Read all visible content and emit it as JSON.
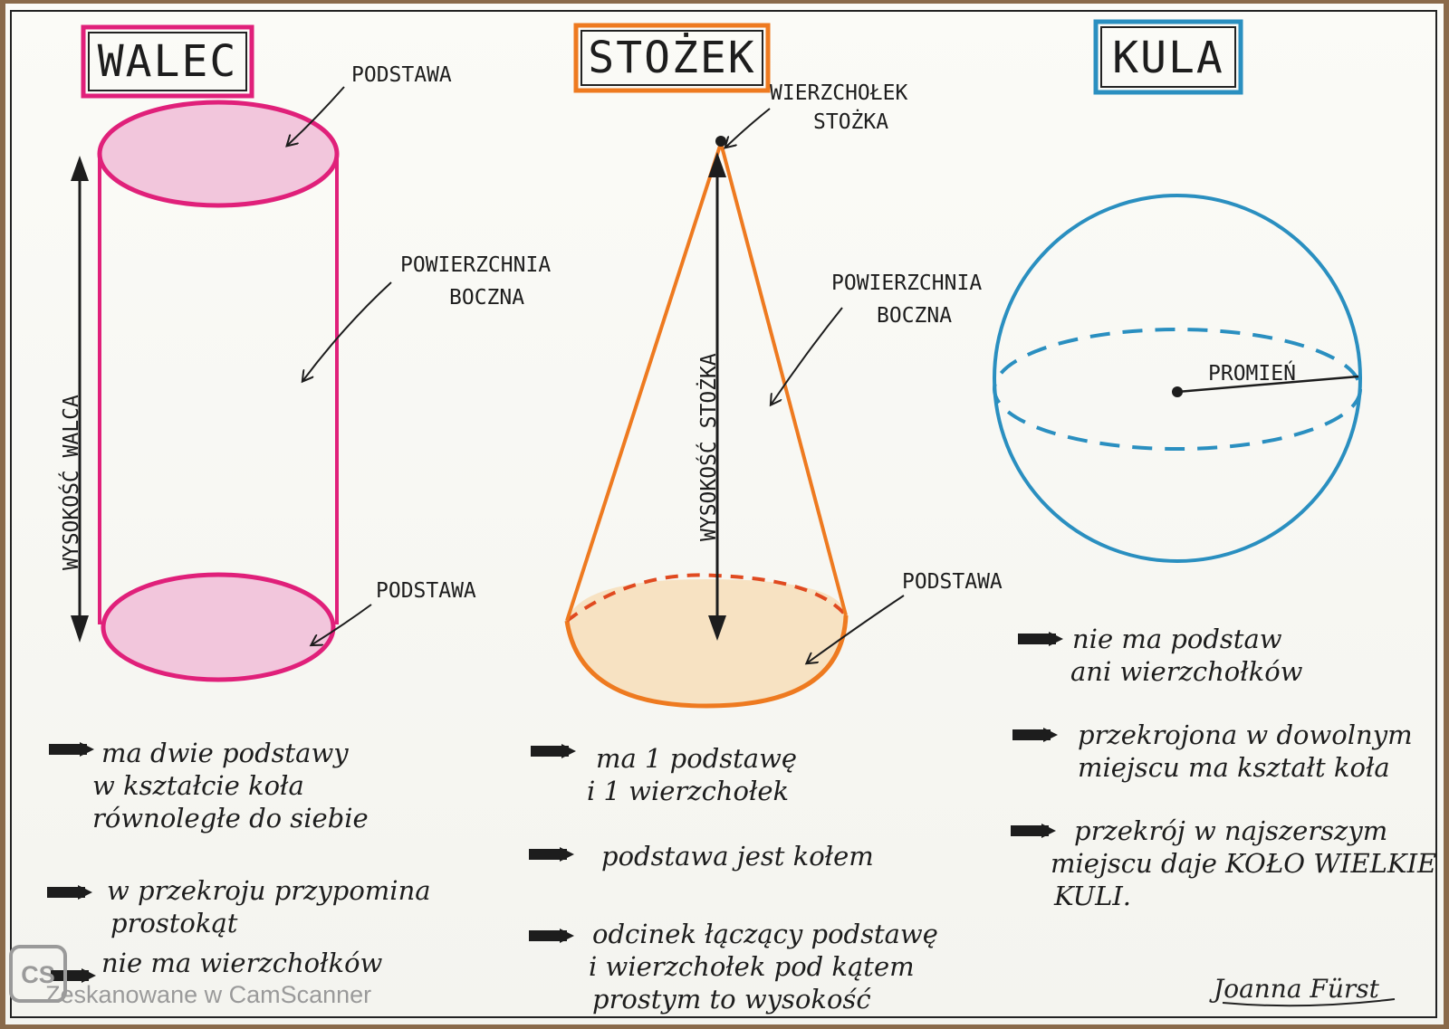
{
  "cylinder": {
    "title": "WALEC",
    "color": "#e0207a",
    "label_top_base": "PODSTAWA",
    "label_side_1": "POWIERZCHNIA",
    "label_side_2": "BOCZNA",
    "label_bottom_base": "PODSTAWA",
    "label_height": "WYSOKOŚĆ WALCA",
    "notes": [
      [
        "ma dwie podstawy",
        "w kształcie koła",
        "równoległe do siebie"
      ],
      [
        "w przekroju przypomina",
        "prostokąt"
      ],
      [
        "nie ma wierzchołków"
      ]
    ]
  },
  "cone": {
    "title": "STOŻEK",
    "color": "#ee7a20",
    "label_apex_1": "WIERZCHOŁEK",
    "label_apex_2": "STOŻKA",
    "label_side_1": "POWIERZCHNIA",
    "label_side_2": "BOCZNA",
    "label_base": "PODSTAWA",
    "label_height": "WYSOKOŚĆ STOŻKA",
    "notes": [
      [
        "ma 1 podstawę",
        "i 1 wierzchołek"
      ],
      [
        "podstawa jest kołem"
      ],
      [
        "odcinek łączący podstawę",
        "i wierzchołek pod kątem",
        "prostym to wysokość"
      ]
    ]
  },
  "sphere": {
    "title": "KULA",
    "color": "#2a8fc0",
    "label_radius": "PROMIEŃ",
    "notes": [
      [
        "nie ma podstaw",
        "ani wierzchołków"
      ],
      [
        "przekrojona w dowolnym",
        "miejscu ma kształt koła"
      ],
      [
        "przekrój w najszerszym",
        "miejscu daje KOŁO WIELKIE",
        "KULI."
      ]
    ]
  },
  "signature": "Joanna Fürst",
  "watermark": {
    "logo_text": "CS",
    "text": "Zeskanowane w CamScanner"
  }
}
